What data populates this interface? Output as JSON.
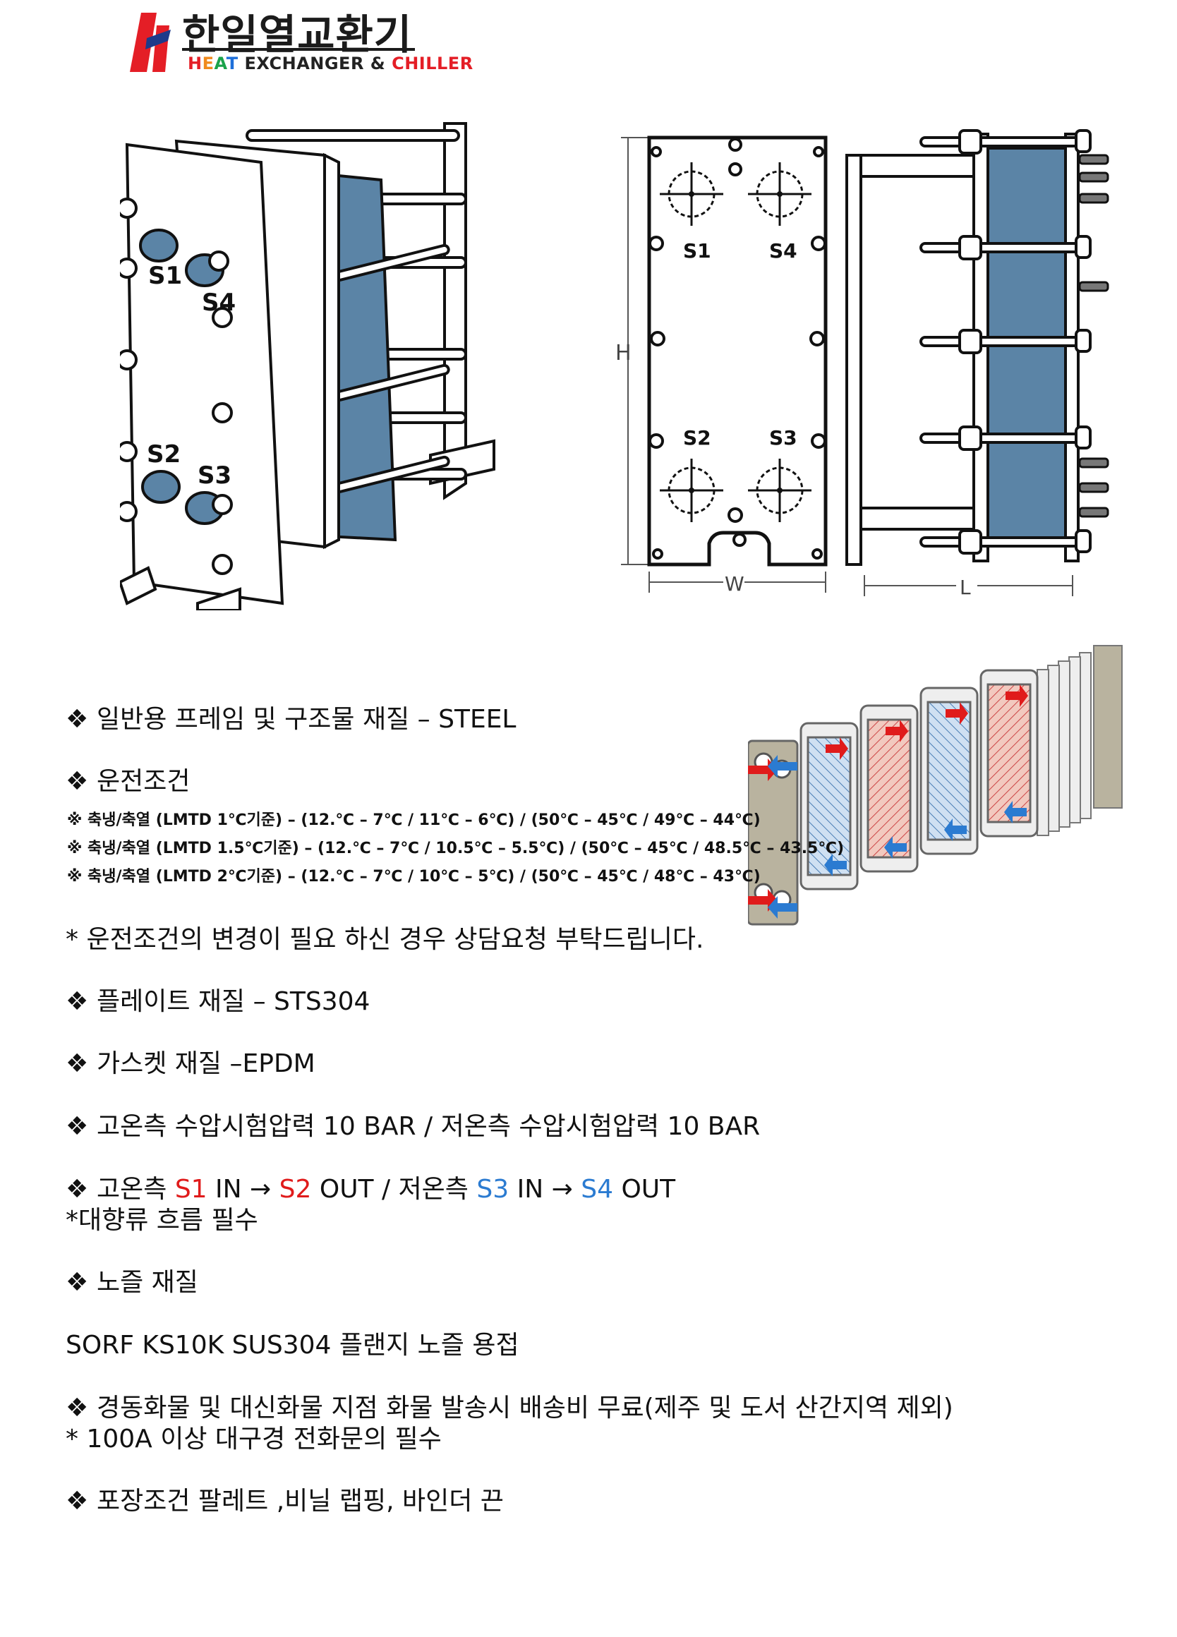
{
  "logo": {
    "brand_korean": "한일열교환기",
    "brand_english_parts": [
      "H",
      "E",
      "A",
      "T",
      " EXCHANGER & ",
      "CHILLER"
    ]
  },
  "figures": {
    "iso_ports": [
      "S1",
      "S4",
      "S2",
      "S3"
    ],
    "front_ports": [
      "S1",
      "S4",
      "S2",
      "S3"
    ],
    "dim_h": "H",
    "dim_w": "W",
    "dim_l": "L"
  },
  "specs": {
    "frame_material": "일반용 프레임 및 구조물 재질 – STEEL",
    "operating_conditions_title": "운전조건",
    "conditions": [
      "※ 축냉/축열 (LMTD 1℃기준) – (12.℃ – 7℃ / 11℃ – 6℃) / (50℃ – 45℃ / 49℃ – 44℃)",
      "※ 축냉/축열 (LMTD 1.5℃기준) – (12.℃ – 7℃ / 10.5℃ – 5.5℃) / (50℃ – 45℃ / 48.5℃ – 43.5℃)",
      "※ 축냉/축열 (LMTD 2℃기준) – (12.℃ – 7℃ / 10℃ – 5℃) / (50℃ – 45℃ / 48℃ – 43℃)"
    ],
    "conditions_note": "* 운전조건의 변경이 필요 하신 경우 상담요청 부탁드립니다.",
    "plate_material": "플레이트 재질 – STS304",
    "gasket_material": "가스켓 재질 –EPDM",
    "test_pressure": "고온측 수압시험압력 10 BAR / 저온측 수압시험압력 10 BAR",
    "flow": {
      "hot_label": "고온측",
      "s1": "S1",
      "in1": "IN →",
      "s2": "S2",
      "out1": "OUT  /  저온측",
      "s3": "S3",
      "in2": "IN →",
      "s4": "S4",
      "out2": "OUT"
    },
    "flow_note": "*대향류 흐름 필수",
    "nozzle_title": "노즐 재질",
    "nozzle_detail": "SORF KS10K SUS304 플랜지 노즐 용접",
    "shipping": "경동화물 및 대신화물 지점 화물 발송시 배송비 무료(제주 및 도서 산간지역 제외)",
    "shipping_note": "* 100A 이상 대구경 전화문의 필수",
    "packing": "포장조건 팔레트 ,비닐 랩핑, 바인더 끈"
  },
  "bullet_symbol": "❖",
  "colors": {
    "plate_blue": "#5b84a6",
    "hot_red": "#e01b1b",
    "cold_blue": "#2b7bd1"
  }
}
